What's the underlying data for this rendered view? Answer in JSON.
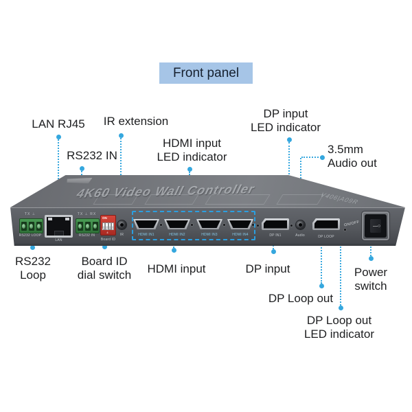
{
  "figure": {
    "title": "Front panel"
  },
  "device": {
    "panel_title": "4K60 Video Wall Controller",
    "side_code": "V406|A09R",
    "ports": {
      "rs232_loop": {
        "top_label": "TX ⊥",
        "label": "RS232 LOOP"
      },
      "lan": {
        "label": "LAN"
      },
      "rs232_in": {
        "top_label": "TX ⊥ RX",
        "label": "RS232 IN"
      },
      "board_id": {
        "on_label": "ON",
        "numbers": "1 2 3 4",
        "label": "Board ID"
      },
      "ir": {
        "label": "IR"
      },
      "hdmi": [
        {
          "label": "HDMI IN1"
        },
        {
          "label": "HDMI IN2"
        },
        {
          "label": "HDMI IN3"
        },
        {
          "label": "HDMI IN4"
        }
      ],
      "dp_in": {
        "label": "DP IN1"
      },
      "audio": {
        "label": "Audio"
      },
      "dp_loop": {
        "label": "DP LOOP"
      },
      "power": {
        "label": "ON/OFF",
        "on_mark": "—",
        "off_mark": "○"
      }
    }
  },
  "callouts": {
    "lan": {
      "text": "LAN RJ45"
    },
    "ir": {
      "text": "IR extension"
    },
    "rs232_in": {
      "text": "RS232 IN"
    },
    "hdmi_led": {
      "line1": "HDMI input",
      "line2": "LED  indicator"
    },
    "dp_led": {
      "line1": "DP input",
      "line2": "LED  indicator"
    },
    "audio_out": {
      "line1": "3.5mm",
      "line2": "Audio out"
    },
    "rs232_loop": {
      "line1": "RS232",
      "line2": "Loop"
    },
    "board_id": {
      "line1": "Board ID",
      "line2": "dial switch"
    },
    "hdmi_in": {
      "text": "HDMI input"
    },
    "dp_in": {
      "text": "DP input"
    },
    "power": {
      "line1": "Power",
      "line2": "switch"
    },
    "dp_loop": {
      "text": "DP Loop out"
    },
    "dp_loop_led": {
      "line1": "DP Loop out",
      "line2": "LED indicator"
    }
  },
  "colors": {
    "accent": "#35a7de",
    "title_bg": "#a6c5e7",
    "hdmi_highlight_box": "#2b9fe0",
    "dip_switch_red": "#c8372d",
    "terminal_green": "#3f8f4a",
    "device_top": "#73767b",
    "device_face": "#54575c"
  }
}
